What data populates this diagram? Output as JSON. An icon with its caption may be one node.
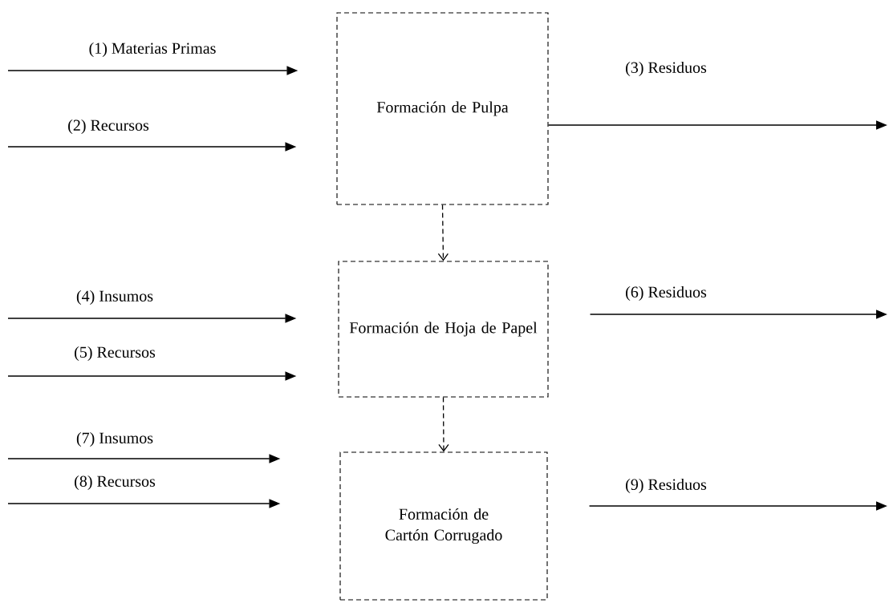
{
  "diagram": {
    "nodes": [
      {
        "text": [
          "Formación de Pulpa"
        ]
      },
      {
        "text": [
          "Formación de Hoja de Papel"
        ]
      },
      {
        "text": [
          "Formación de Cartón Corrugado"
        ]
      }
    ],
    "edges": [
      {
        "from": null,
        "to": 0,
        "arrow": "to",
        "label": "(1) Materias Primas"
      },
      {
        "from": null,
        "to": 0,
        "arrow": "to",
        "label": "(2) Recursos"
      },
      {
        "from": 0,
        "to": null,
        "arrow": "to",
        "label": "(3) Residuos"
      },
      {
        "from": 0,
        "to": 1,
        "arrow": "to",
        "style": "dashed"
      },
      {
        "from": null,
        "to": 1,
        "arrow": "to",
        "label": "(4) Insumos"
      },
      {
        "from": null,
        "to": 1,
        "arrow": "to",
        "label": "(5) Recursos"
      },
      {
        "from": 1,
        "to": null,
        "arrow": "to",
        "label": "(6) Residuos"
      },
      {
        "from": 1,
        "to": 2,
        "arrow": "to",
        "style": "dashed"
      },
      {
        "from": null,
        "to": 2,
        "arrow": "to",
        "label": "(7) Insumos"
      },
      {
        "from": null,
        "to": 2,
        "arrow": "to",
        "label": "(8) Recursos"
      },
      {
        "from": 2,
        "to": null,
        "arrow": "to",
        "label": "(9) Residuos"
      }
    ]
  }
}
